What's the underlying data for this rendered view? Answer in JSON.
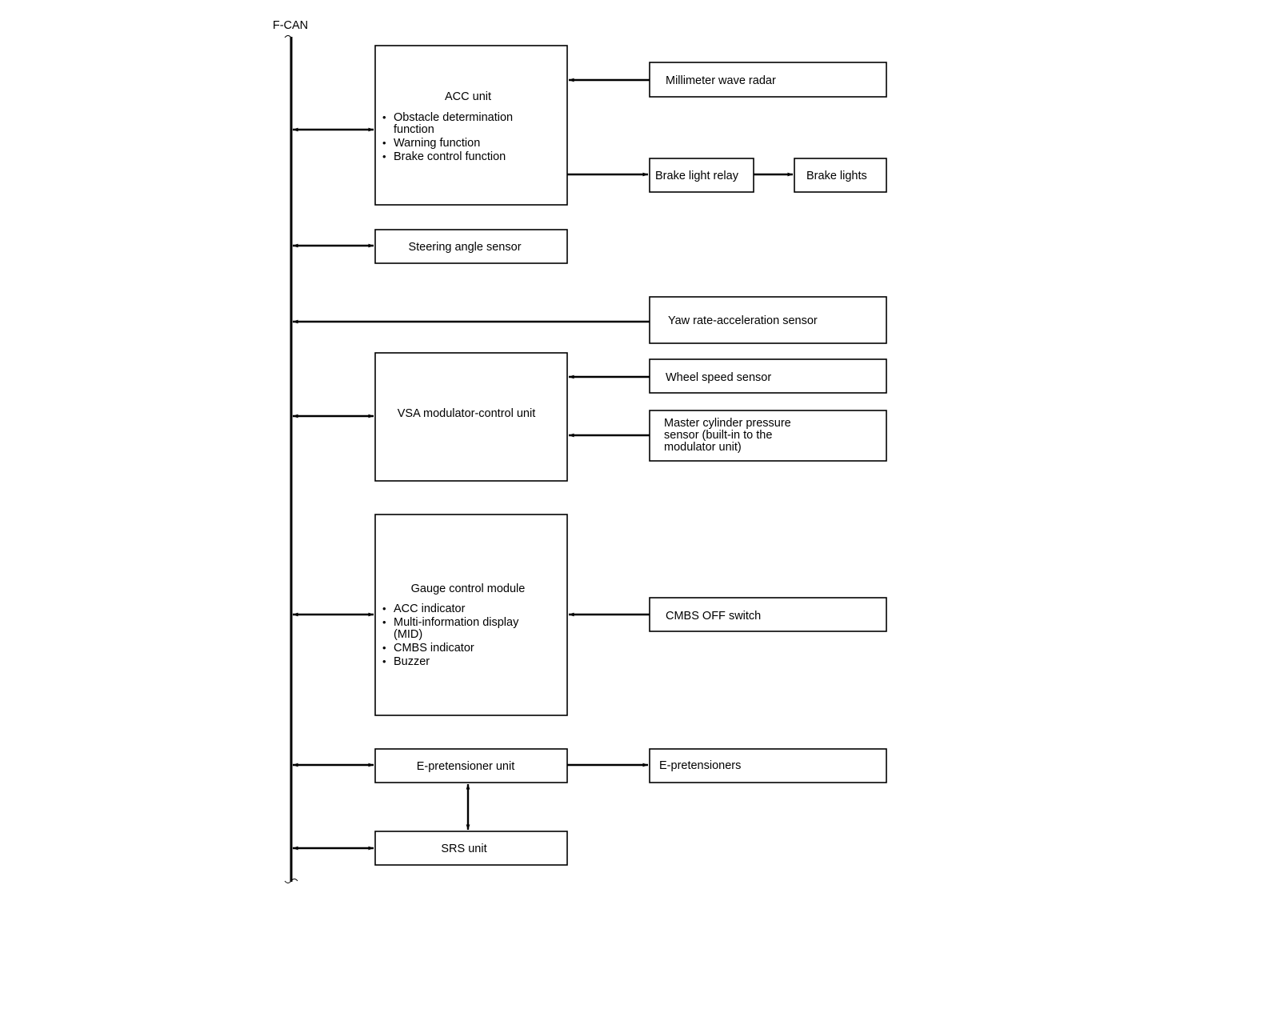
{
  "bus": {
    "label": "F-CAN"
  },
  "acc_unit": {
    "title": "ACC unit",
    "items": [
      [
        "Obstacle determination",
        "function"
      ],
      [
        "Warning function"
      ],
      [
        "Brake control function"
      ]
    ]
  },
  "millimeter_wave_radar": {
    "label": "Millimeter wave radar"
  },
  "brake_light_relay": {
    "label": "Brake light relay"
  },
  "brake_lights": {
    "label": "Brake lights"
  },
  "steering_angle_sensor": {
    "label": "Steering angle sensor"
  },
  "yaw_rate_sensor": {
    "label": "Yaw rate-acceleration sensor"
  },
  "vsa_unit": {
    "label": "VSA modulator-control unit"
  },
  "wheel_speed_sensor": {
    "label": "Wheel speed sensor"
  },
  "master_cylinder_sensor": {
    "lines": [
      "Master cylinder pressure",
      "sensor (built-in to the",
      "modulator unit)"
    ]
  },
  "gauge_module": {
    "title": "Gauge control module",
    "items": [
      [
        "ACC indicator"
      ],
      [
        "Multi-information display",
        "(MID)"
      ],
      [
        "CMBS indicator"
      ],
      [
        "Buzzer"
      ]
    ]
  },
  "cmbs_off_switch": {
    "label": "CMBS OFF switch"
  },
  "e_pretensioner_unit": {
    "label": "E-pretensioner unit"
  },
  "e_pretensioners": {
    "label": "E-pretensioners"
  },
  "srs_unit": {
    "label": "SRS unit"
  },
  "bullet": "•"
}
